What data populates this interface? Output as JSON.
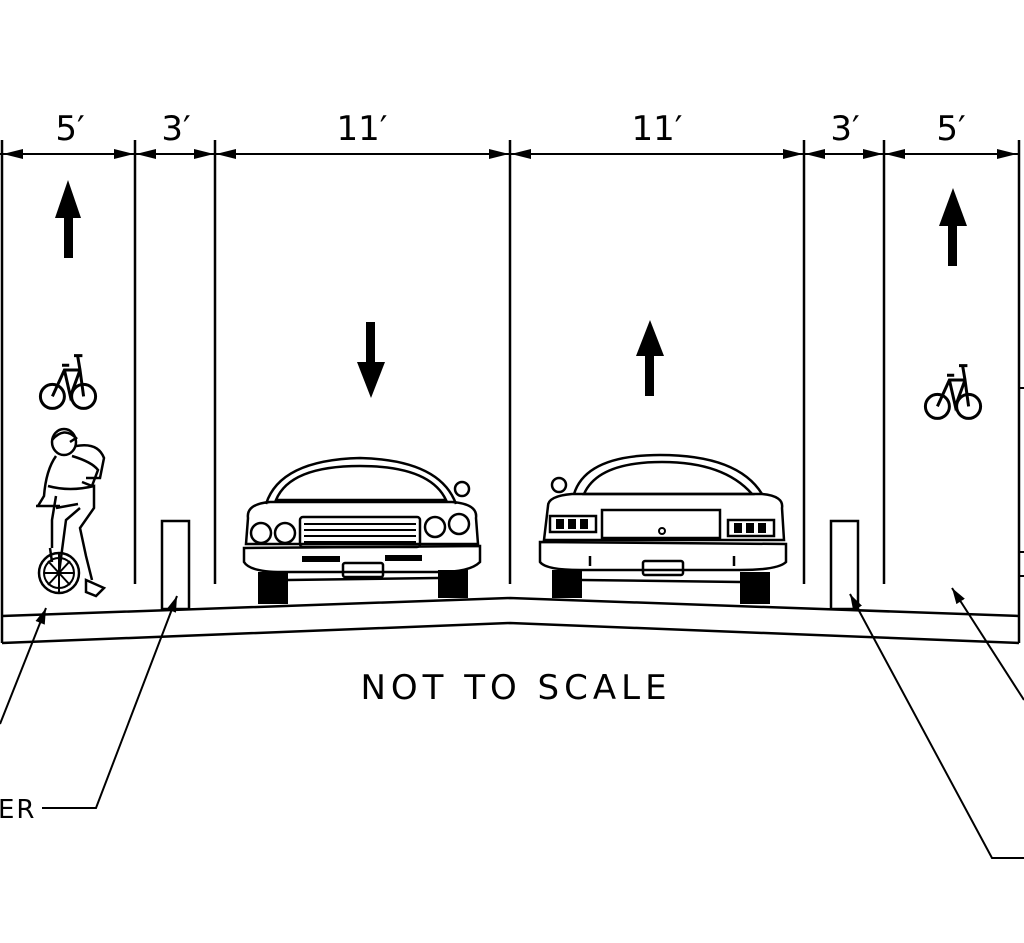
{
  "dimensions": [
    {
      "id": "left-bike",
      "label": "5′"
    },
    {
      "id": "left-buffer",
      "label": "3′"
    },
    {
      "id": "left-travel",
      "label": "11′"
    },
    {
      "id": "right-travel",
      "label": "11′"
    },
    {
      "id": "right-buffer",
      "label": "3′"
    },
    {
      "id": "right-bike",
      "label": "5′"
    }
  ],
  "note": "NOT TO SCALE",
  "callouts": {
    "left_buffer_label": "ER"
  },
  "lane_symbols": {
    "left_bike_arrow": "up-arrow-icon",
    "left_bike_symbol": "bicycle-icon",
    "left_travel_arrow": "down-arrow-icon",
    "right_travel_arrow": "up-arrow-icon",
    "right_bike_arrow": "up-arrow-icon",
    "right_bike_symbol": "bicycle-icon"
  },
  "colors": {
    "ink": "#000000",
    "paper": "#ffffff"
  }
}
